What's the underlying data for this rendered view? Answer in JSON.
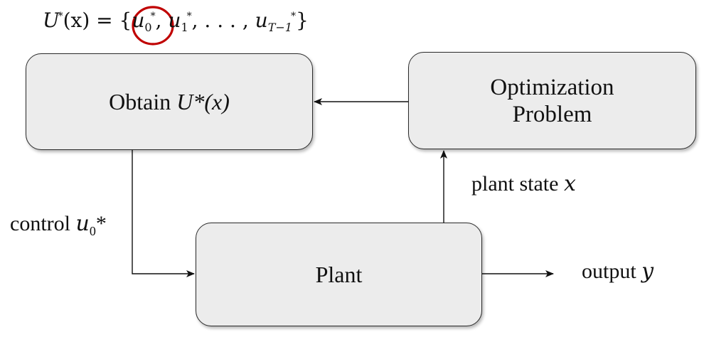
{
  "formula": {
    "lhs": "U",
    "lhs_sup": "*",
    "lhs_arg": "(x) = ",
    "open": "{",
    "u0": "u",
    "u0_sub": "0",
    "u0_sup": "*",
    "comma1": ", ",
    "u1": "u",
    "u1_sub": "1",
    "u1_sup": "*",
    "dots": ", . . . , ",
    "uT": "u",
    "uT_sub": "T−1",
    "uT_sup": "*",
    "close": "}"
  },
  "blocks": {
    "obtain_prefix": "Obtain ",
    "obtain_math": "U*(x)",
    "optimization_line1": "Optimization",
    "optimization_line2": "Problem",
    "plant": "Plant"
  },
  "labels": {
    "control_prefix": "control ",
    "control_var": "u",
    "control_sub": "0",
    "control_suffix": "*",
    "state_prefix": "plant state ",
    "state_var": "x",
    "output_prefix": "output ",
    "output_var": "y"
  },
  "highlight_color": "#c00000"
}
